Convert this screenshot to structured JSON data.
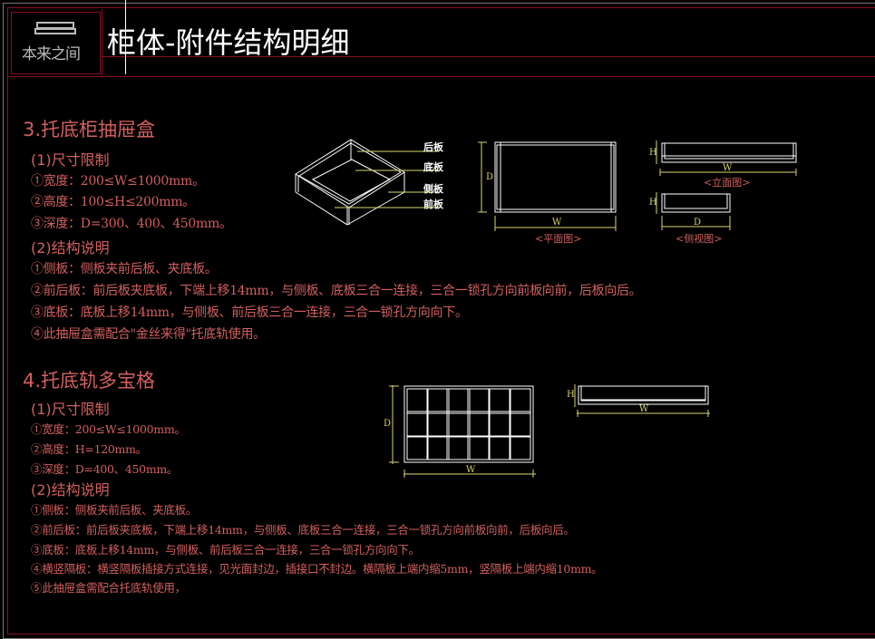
{
  "header": {
    "logo_text": "本来之间",
    "title": "柜体-附件结构明细"
  },
  "section3": {
    "heading": "3.托底柜抽屉盒",
    "size_heading": "(1)尺寸限制",
    "size_items": [
      "①宽度：200≤W≤1000mm。",
      "②高度：100≤H≤200mm。",
      "③深度：D=300、400、450mm。"
    ],
    "struct_heading": "(2)结构说明",
    "struct_items": [
      "①侧板：侧板夹前后板、夹底板。",
      "②前后板：前后板夹底板，下端上移14mm，与侧板、底板三合一连接，三合一锁孔方向前板向前，后板向后。",
      "③底板：底板上移14mm，与侧板、前后板三合一连接，三合一锁孔方向向下。",
      "④此抽屉盒需配合\"金丝来得\"托底轨使用。"
    ],
    "labels": {
      "back": "后板",
      "bottom": "底板",
      "side": "侧板",
      "front": "前板"
    },
    "captions": {
      "plan": "<平面图>",
      "elevation": "<立面图>",
      "side_view": "<侧视图>"
    },
    "dims": {
      "w": "W",
      "d": "D",
      "h": "H"
    }
  },
  "section4": {
    "heading": "4.托底轨多宝格",
    "size_heading": "(1)尺寸限制",
    "size_items": [
      "①宽度：200≤W≤1000mm。",
      "②高度：H=120mm。",
      "③深度：D=400、450mm。"
    ],
    "struct_heading": "(2)结构说明",
    "struct_items": [
      "①侧板：侧板夹前后板、夹底板。",
      "②前后板：前后板夹底板，下端上移14mm，与侧板、底板三合一连接，三合一锁孔方向前板向前，后板向后。",
      "③底板：底板上移14mm，与侧板、前后板三合一连接，三合一锁孔方向向下。",
      "④横竖隔板：横竖隔板插接方式连接，见光面封边，插接口不封边。横隔板上端内缩5mm，竖隔板上端内缩10mm。",
      "⑤此抽屉盒需配合托底轨使用，"
    ],
    "dims": {
      "w": "W",
      "d": "D",
      "h": "H"
    }
  },
  "colors": {
    "text": "#d2605f",
    "frame": "#8a1020",
    "dimension": "#d8d870",
    "line": "#ffffff"
  }
}
